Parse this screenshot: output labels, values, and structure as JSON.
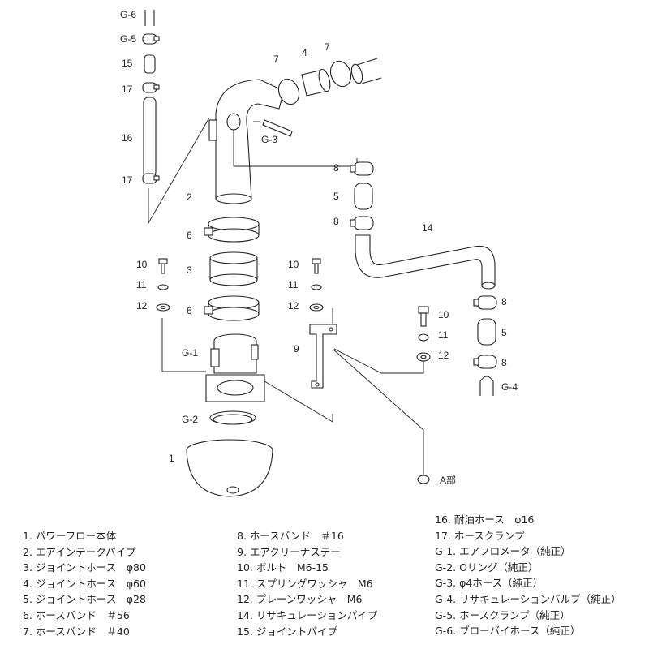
{
  "diagram": {
    "callouts": [
      "G-6",
      "G-5",
      "15",
      "17",
      "16",
      "17",
      "2",
      "6",
      "3",
      "6",
      "G-1",
      "G-2",
      "1",
      "7",
      "4",
      "7",
      "G-3",
      "8",
      "5",
      "8",
      "14",
      "10",
      "11",
      "12",
      "10",
      "11",
      "12",
      "9",
      "10",
      "11",
      "12",
      "8",
      "5",
      "8",
      "G-4",
      "A部"
    ]
  },
  "legend": {
    "col1": [
      "1. パワーフロー本体",
      "2. エアインテークパイプ",
      "3. ジョイントホース　φ80",
      "4. ジョイントホース　φ60",
      "5. ジョイントホース　φ28",
      "6. ホースバンド　＃56",
      "7. ホースバンド　＃40"
    ],
    "col2": [
      "8. ホースバンド　＃16",
      "9. エアクリーナステー",
      "10. ボルト　M6-15",
      "11. スプリングワッシャ　M6",
      "12. プレーンワッシャ　M6",
      "14. リサキュレーションパイプ",
      "15. ジョイントパイプ"
    ],
    "col3": [
      "16. 耐油ホース　φ16",
      "17. ホースクランプ",
      "G-1. エアフロメータ（純正）",
      "G-2. Oリング（純正）",
      "G-3. φ4ホース（純正）",
      "G-4. リサキュレーションバルブ（純正）",
      "G-5. ホースクランプ（純正）",
      "G-6. ブローバイホース（純正）"
    ]
  }
}
